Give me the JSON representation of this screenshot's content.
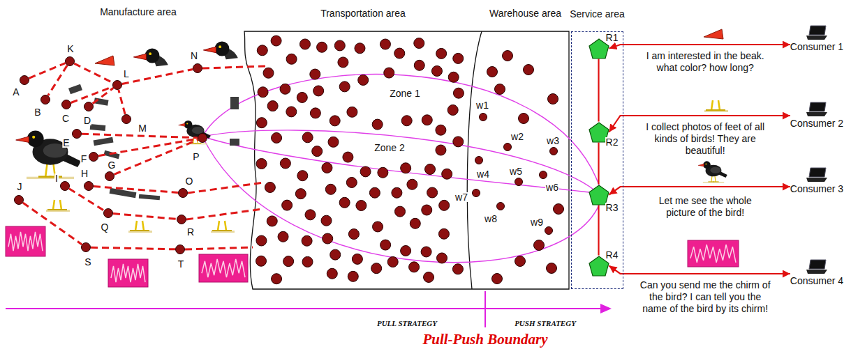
{
  "diagram": {
    "nodes": [
      {
        "text": [
          "A"
        ]
      },
      {
        "text": [
          "B"
        ]
      },
      {
        "text": [
          "C"
        ]
      },
      {
        "text": [
          "D"
        ]
      },
      {
        "text": [
          "E"
        ]
      },
      {
        "text": [
          "F"
        ]
      },
      {
        "text": [
          "G"
        ]
      },
      {
        "text": [
          "H"
        ]
      },
      {
        "text": [
          "I"
        ]
      },
      {
        "text": [
          "J"
        ]
      },
      {
        "text": [
          "K"
        ]
      },
      {
        "text": [
          "L"
        ]
      },
      {
        "text": [
          "M"
        ]
      },
      {
        "text": [
          "N"
        ]
      },
      {
        "text": [
          "O"
        ]
      },
      {
        "text": [
          "P"
        ]
      },
      {
        "text": [
          "Q"
        ]
      },
      {
        "text": [
          "R"
        ]
      },
      {
        "text": [
          "S"
        ]
      },
      {
        "text": [
          "T"
        ]
      },
      {
        "text": [
          "Transportation area"
        ]
      },
      {
        "text": [
          "Warehouse area"
        ]
      },
      {
        "text": [
          "w1"
        ],
        "in": 21
      },
      {
        "text": [
          "w2"
        ],
        "in": 21
      },
      {
        "text": [
          "w3"
        ],
        "in": 21
      },
      {
        "text": [
          "w4"
        ],
        "in": 21
      },
      {
        "text": [
          "w5"
        ],
        "in": 21
      },
      {
        "text": [
          "w6"
        ],
        "in": 21
      },
      {
        "text": [
          "w7"
        ],
        "in": 21
      },
      {
        "text": [
          "w8"
        ],
        "in": 21
      },
      {
        "text": [
          "w9"
        ],
        "in": 21
      },
      {
        "text": [
          "Service area"
        ]
      },
      {
        "text": [
          "R1"
        ],
        "in": 31
      },
      {
        "text": [
          "R2"
        ],
        "in": 31
      },
      {
        "text": [
          "R3"
        ],
        "in": 31
      },
      {
        "text": [
          "R4"
        ],
        "in": 31
      },
      {
        "text": [
          "Consumer 1"
        ]
      },
      {
        "text": [
          "Consumer 2"
        ]
      },
      {
        "text": [
          "Consumer 3"
        ]
      },
      {
        "text": [
          "Consumer 4"
        ]
      }
    ],
    "edges": [
      {
        "from": 0,
        "to": 10,
        "arrow": "none"
      },
      {
        "from": 10,
        "to": 1,
        "arrow": "none"
      },
      {
        "from": 10,
        "to": 11,
        "arrow": "none"
      },
      {
        "from": 2,
        "to": 11,
        "arrow": "none"
      },
      {
        "from": 3,
        "to": 11,
        "arrow": "none"
      },
      {
        "from": 12,
        "to": 11,
        "arrow": "none"
      },
      {
        "from": 11,
        "to": 13,
        "arrow": "none"
      },
      {
        "from": 4,
        "to": 15,
        "arrow": "none"
      },
      {
        "from": 5,
        "to": 15,
        "arrow": "none"
      },
      {
        "from": 6,
        "to": 15,
        "arrow": "none"
      },
      {
        "from": 7,
        "to": 14,
        "arrow": "none"
      },
      {
        "from": 8,
        "to": 16,
        "arrow": "none"
      },
      {
        "from": 16,
        "to": 17,
        "arrow": "none"
      },
      {
        "from": 9,
        "to": 18,
        "arrow": "none"
      },
      {
        "from": 18,
        "to": 19,
        "arrow": "none"
      },
      {
        "from": 32,
        "to": 33,
        "arrow": "none"
      },
      {
        "from": 33,
        "to": 34,
        "arrow": "none"
      },
      {
        "from": 34,
        "to": 35,
        "arrow": "none"
      },
      {
        "from": 32,
        "to": 36,
        "arrow": "both",
        "label": "I am interested in the beak. what color? how long?"
      },
      {
        "from": 33,
        "to": 37,
        "arrow": "both",
        "label": "I collect photos of feet of all kinds of birds! They are beautiful!"
      },
      {
        "from": 34,
        "to": 38,
        "arrow": "both",
        "label": "Let me see the whole picture of the bird!"
      },
      {
        "from": 35,
        "to": 39,
        "arrow": "both",
        "label": "Can you send me the chirm of the bird? I can tell you the name of the bird by its chirm!"
      }
    ],
    "labels": [
      "Manufacture area",
      "Zone 1",
      "Zone 2",
      "PULL STRATEGY",
      "PUSH STRATEGY",
      "Pull-Push Boundary"
    ]
  }
}
